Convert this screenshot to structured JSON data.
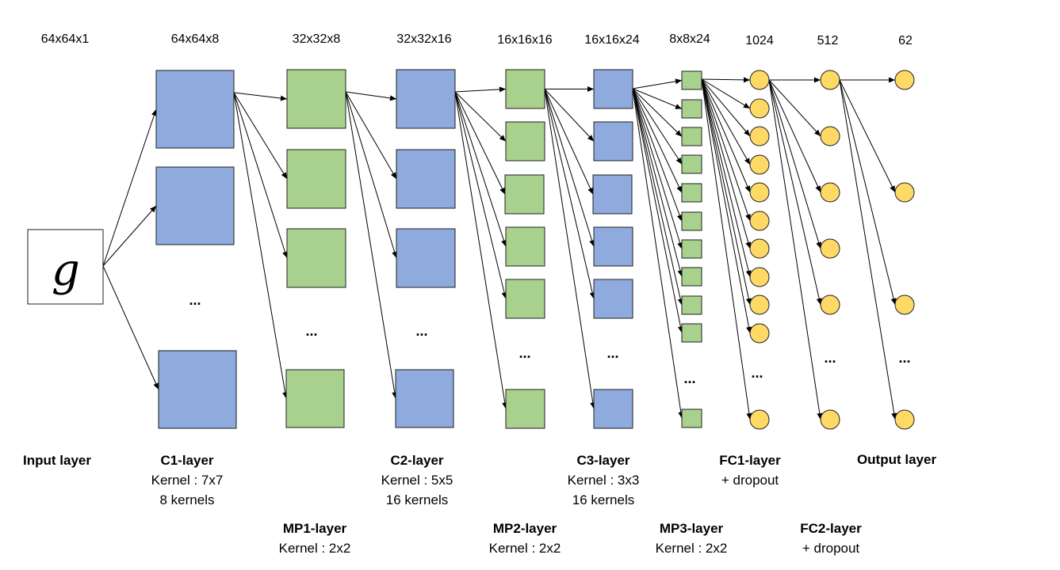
{
  "dimensions": {
    "input": "64x64x1",
    "c1": "64x64x8",
    "mp1": "32x32x8",
    "c2": "32x32x16",
    "mp2": "16x16x16",
    "c3": "16x16x24",
    "mp3": "8x8x24",
    "fc1": "1024",
    "fc2": "512",
    "output": "62"
  },
  "layers": {
    "input": {
      "name": "Input layer"
    },
    "c1": {
      "name": "C1-layer",
      "kernel": "Kernel : 7x7",
      "count": "8 kernels"
    },
    "mp1": {
      "name": "MP1-layer",
      "kernel": "Kernel : 2x2"
    },
    "c2": {
      "name": "C2-layer",
      "kernel": "Kernel : 5x5",
      "count": "16 kernels"
    },
    "mp2": {
      "name": "MP2-layer",
      "kernel": "Kernel : 2x2"
    },
    "c3": {
      "name": "C3-layer",
      "kernel": "Kernel : 3x3",
      "count": "16 kernels"
    },
    "mp3": {
      "name": "MP3-layer",
      "kernel": "Kernel : 2x2"
    },
    "fc1": {
      "name": "FC1-layer",
      "note": "+ dropout"
    },
    "fc2": {
      "name": "FC2-layer",
      "note": "+ dropout"
    },
    "output": {
      "name": "Output layer"
    }
  },
  "input_glyph": "g",
  "ellipsis": "...",
  "colors": {
    "conv": "#8faadc",
    "pool": "#a9d18e",
    "neuron": "#ffd966"
  }
}
